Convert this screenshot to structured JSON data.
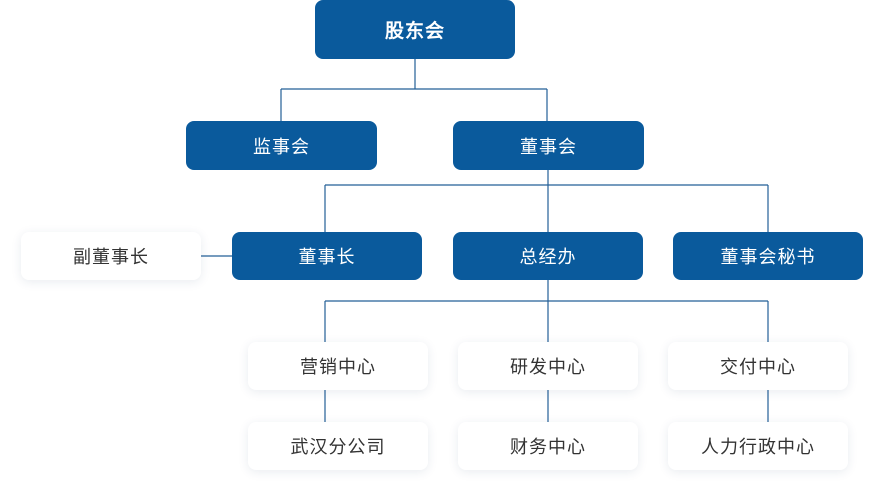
{
  "org": {
    "root": "股东会",
    "supervisors": "监事会",
    "board": "董事会",
    "vice_chairman": "副董事长",
    "chairman": "董事长",
    "gm_office": "总经办",
    "board_secretary": "董事会秘书",
    "marketing_center": "营销中心",
    "rd_center": "研发中心",
    "delivery_center": "交付中心",
    "wuhan_branch": "武汉分公司",
    "finance_center": "财务中心",
    "hr_admin_center": "人力行政中心"
  },
  "colors": {
    "dark_node": "#0a5a9c",
    "light_node": "#ffffff",
    "connector": "#235f97"
  }
}
